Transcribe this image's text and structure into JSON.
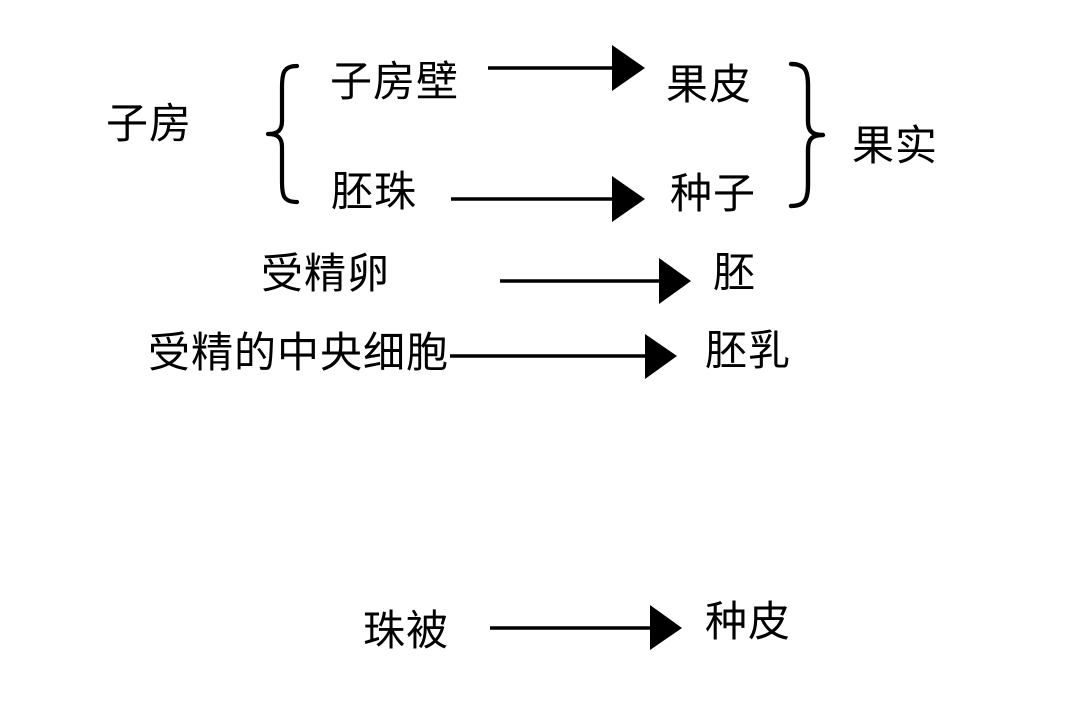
{
  "colors": {
    "background": "#ffffff",
    "ink": "#000000"
  },
  "labels": {
    "ovary": "子房",
    "ovary_wall": "子房壁",
    "pericarp": "果皮",
    "ovule": "胚珠",
    "seed": "种子",
    "fruit": "果实",
    "fertilized_egg": "受精卵",
    "embryo": "胚",
    "fertilized_central_cell": "受精的中央细胞",
    "endosperm": "胚乳",
    "integument": "珠被",
    "seed_coat": "种皮"
  },
  "diagram_data": {
    "type": "flow-diagram",
    "edges": [
      {
        "from": "子房壁",
        "to": "果皮",
        "connector": "arrow"
      },
      {
        "from": "胚珠",
        "to": "种子",
        "connector": "arrow"
      },
      {
        "from": "受精卵",
        "to": "胚",
        "connector": "arrow"
      },
      {
        "from": "受精的中央细胞",
        "to": "胚乳",
        "connector": "arrow"
      },
      {
        "from": "珠被",
        "to": "种皮",
        "connector": "arrow"
      }
    ],
    "groups": [
      {
        "parent": "子房",
        "children": [
          "子房壁",
          "胚珠"
        ],
        "connector": "left-brace"
      },
      {
        "result": "果实",
        "members": [
          "果皮",
          "种子"
        ],
        "connector": "right-brace"
      }
    ]
  }
}
